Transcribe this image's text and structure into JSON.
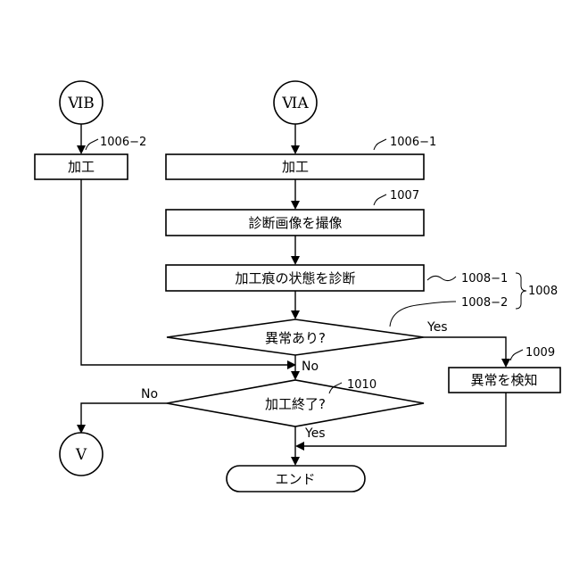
{
  "connectors": {
    "vib": "ⅥB",
    "via": "ⅥA",
    "v": "Ⅴ"
  },
  "steps": {
    "process_left": "加工",
    "process_right": "加工",
    "capture": "診断画像を撮像",
    "diagnose": "加工痕の状態を診断",
    "abnormal_q": "異常あり?",
    "detect": "異常を検知",
    "done_q": "加工終了?",
    "end": "エンド"
  },
  "branches": {
    "yes_abnormal": "Yes",
    "no_abnormal": "No",
    "no_done": "No",
    "yes_done": "Yes"
  },
  "refs": {
    "r1006_2": "1006−2",
    "r1006_1": "1006−1",
    "r1007": "1007",
    "r1008_1": "1008−1",
    "r1008_2": "1008−2",
    "r1008": "1008",
    "r1009": "1009",
    "r1010": "1010"
  }
}
